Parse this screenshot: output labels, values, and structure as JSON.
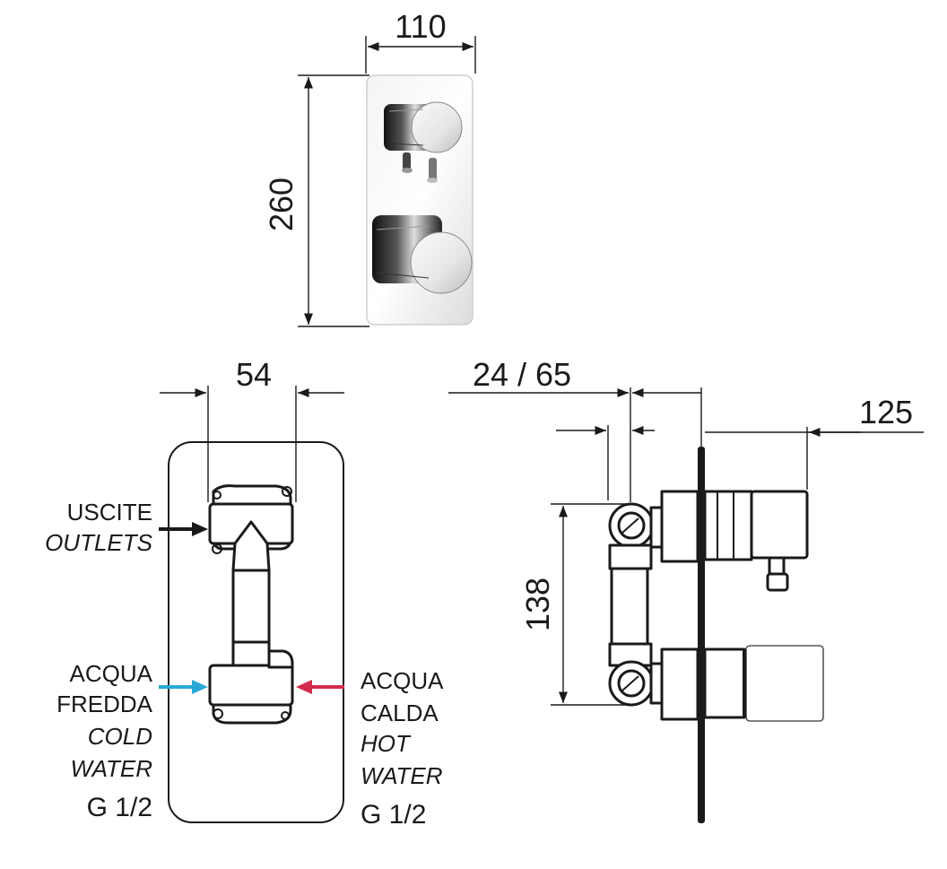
{
  "front_view": {
    "width_dim": "110",
    "height_dim": "260"
  },
  "body_view": {
    "pipe_spacing_dim": "54",
    "outlets": {
      "label_it": "USCITE",
      "label_en": "OUTLETS",
      "arrow_color": "#1a1a1a"
    },
    "cold": {
      "label_it_1": "ACQUA",
      "label_it_2": "FREDDA",
      "label_en_1": "COLD",
      "label_en_2": "WATER",
      "thread": "G 1/2",
      "arrow_color": "#29a8d6"
    },
    "hot": {
      "label_it_1": "ACQUA",
      "label_it_2": "CALDA",
      "label_en_1": "HOT",
      "label_en_2": "WATER",
      "thread": "G 1/2",
      "arrow_color": "#d42a4e"
    }
  },
  "side_view": {
    "depth_dim": "24 / 65",
    "projection_dim": "125",
    "vertical_dim": "138"
  },
  "colors": {
    "line": "#1a1a1a",
    "chrome_dark": "#2b2b2b",
    "chrome_light": "#e8e8e8"
  }
}
